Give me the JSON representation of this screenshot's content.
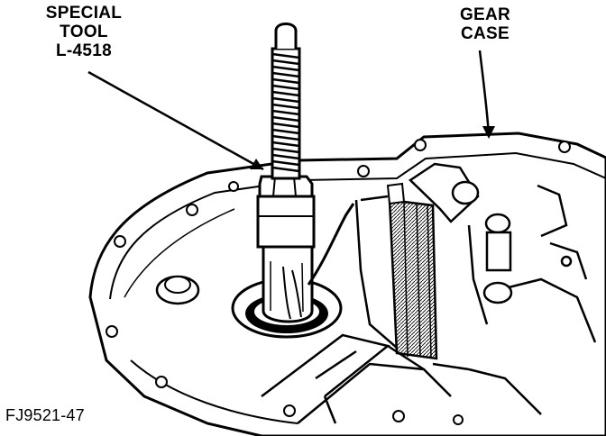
{
  "callouts": {
    "special_tool": [
      "SPECIAL",
      "TOOL",
      "L-4518"
    ],
    "gear_case": [
      "GEAR",
      "CASE"
    ]
  },
  "figure_id": "FJ9521-47"
}
